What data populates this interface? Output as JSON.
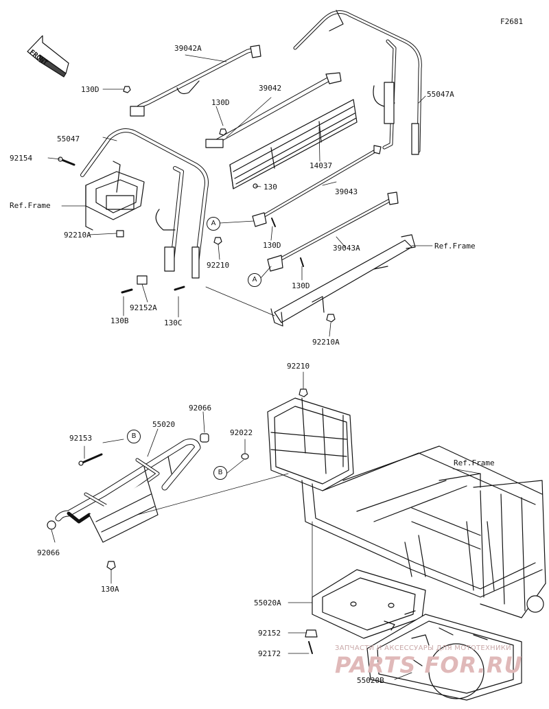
{
  "figure_code": "F2681",
  "front_label": "FRONT",
  "labels": {
    "l_39042A": "39042A",
    "l_130D_a": "130D",
    "l_39042": "39042",
    "l_130D_b": "130D",
    "l_55047A": "55047A",
    "l_55047": "55047",
    "l_92154": "92154",
    "l_14037": "14037",
    "l_130": "130",
    "l_39043": "39043",
    "l_refframe_a": "Ref.Frame",
    "l_92210A_a": "92210A",
    "l_130D_c": "130D",
    "l_39043A": "39043A",
    "l_refframe_b": "Ref.Frame",
    "l_92210_a": "92210",
    "l_130D_d": "130D",
    "l_92152A": "92152A",
    "l_130B": "130B",
    "l_130C": "130C",
    "l_92210A_b": "92210A",
    "l_92210_b": "92210",
    "l_92066_a": "92066",
    "l_55020": "55020",
    "l_92153": "92153",
    "l_92022": "92022",
    "l_refframe_c": "Ref.Frame",
    "l_92066_b": "92066",
    "l_130A": "130A",
    "l_55020A": "55020A",
    "l_92152": "92152",
    "l_92172": "92172",
    "l_55020B": "55020B"
  },
  "callouts": {
    "a1": "A",
    "a2": "A",
    "b1": "B",
    "b2": "B"
  },
  "watermark": {
    "line1": "ЗАПЧАСТИ И АКСЕССУАРЫ ДЛЯ МОТОТЕХНИКИ",
    "line2": "PARTS FOR.RU"
  }
}
